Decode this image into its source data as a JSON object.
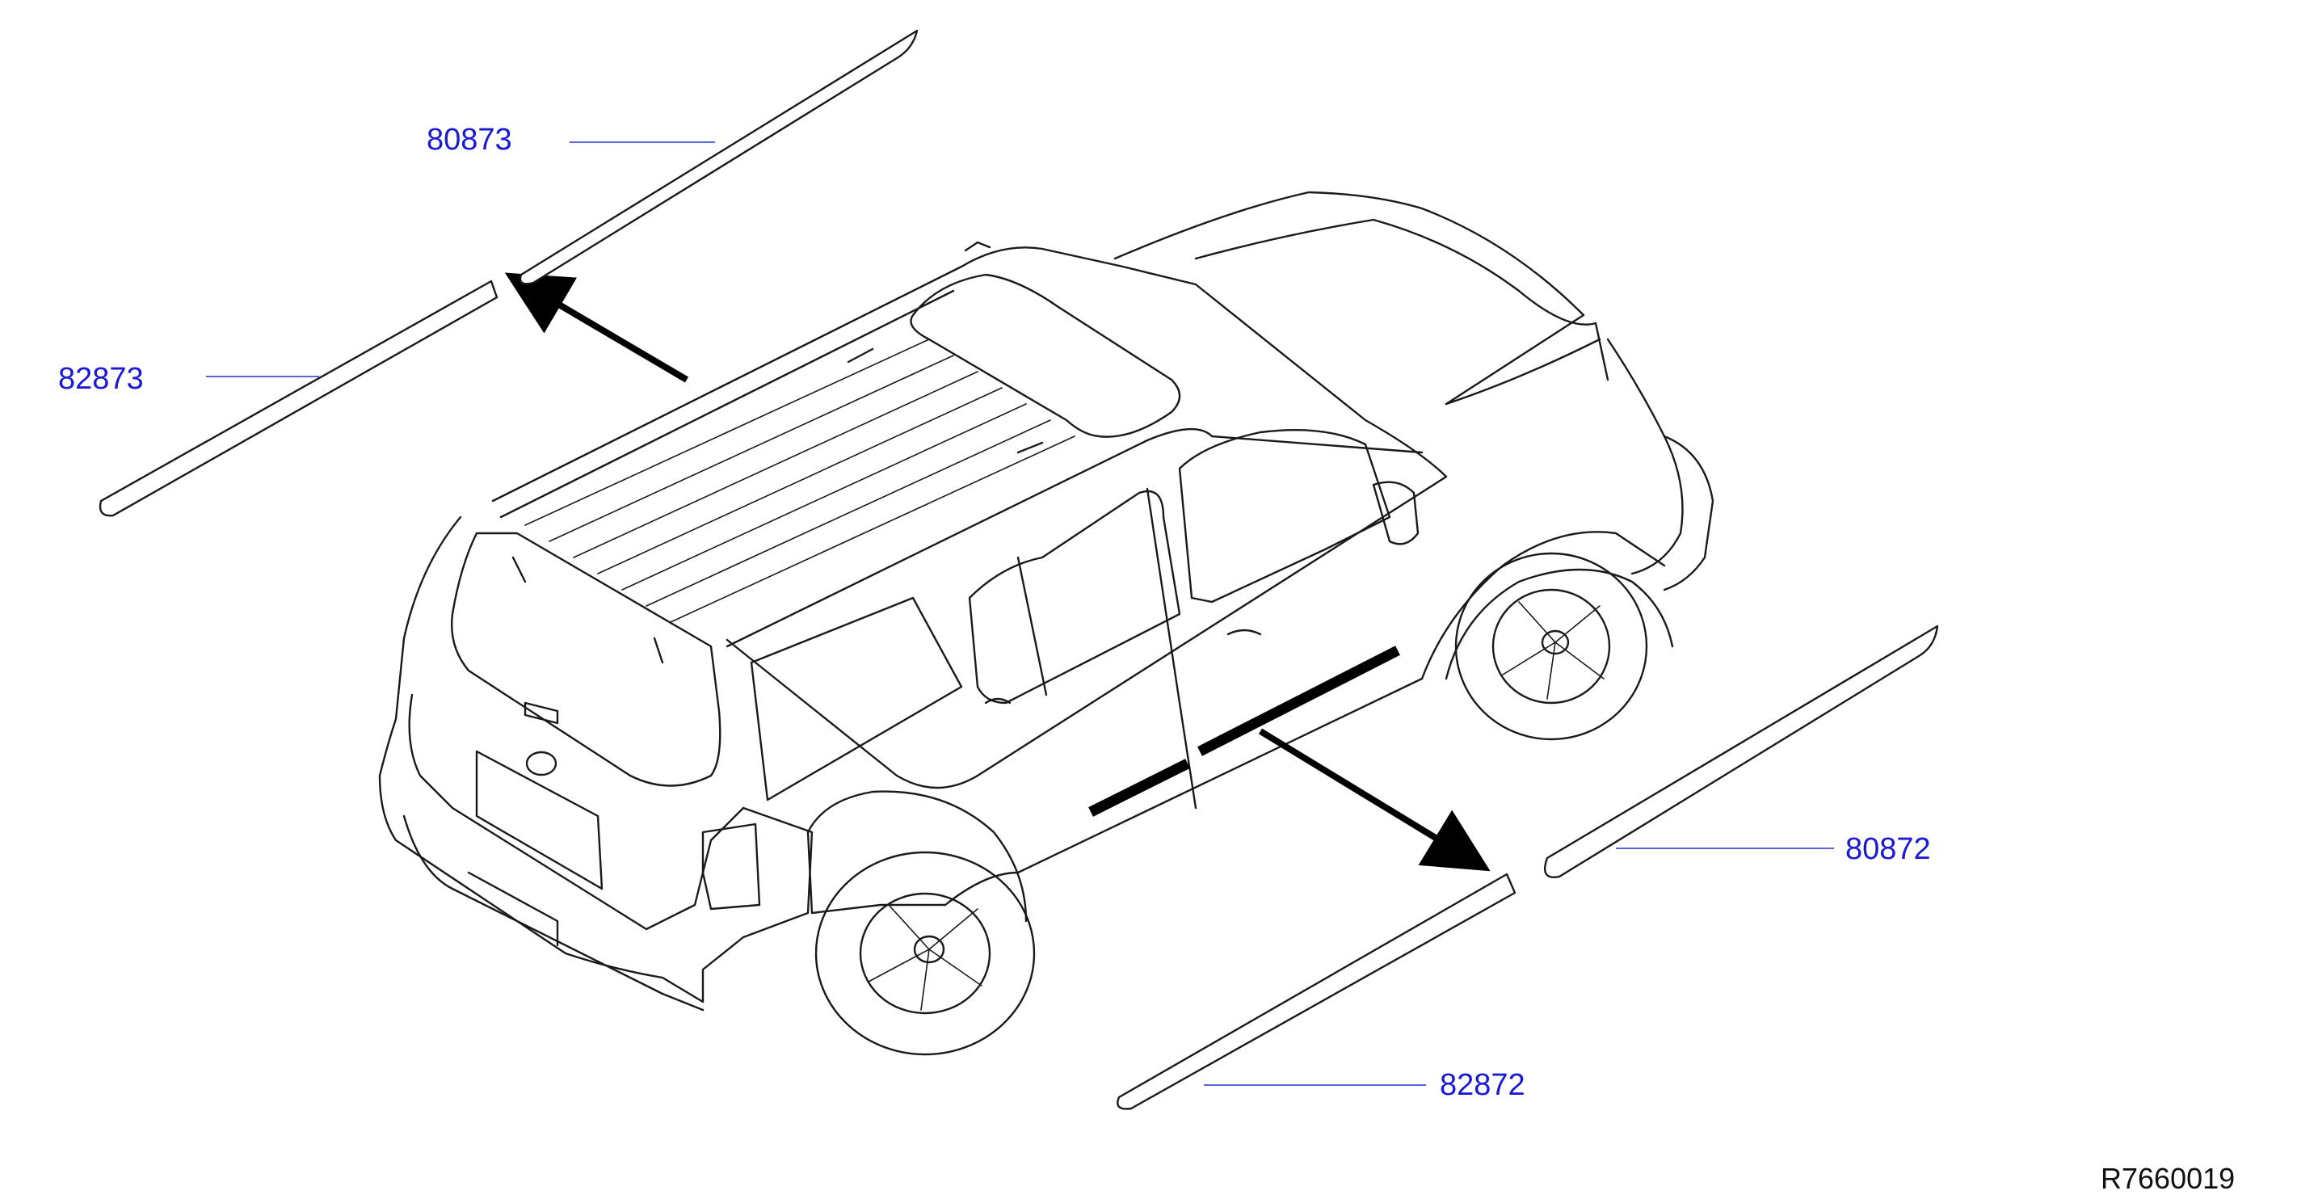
{
  "callouts": {
    "front_door_outer_moulding": "80872",
    "rear_door_outer_moulding": "80873",
    "front_body_side_moulding": "82872",
    "rear_body_side_moulding": "82873"
  },
  "diagram_ref": "R7660019",
  "colors": {
    "callout_text": "#1a1ad6",
    "leader_line": "#2233cc",
    "line_art": "#1a1a1a",
    "background": "#ffffff"
  },
  "icons": [
    "arrow-icon"
  ]
}
